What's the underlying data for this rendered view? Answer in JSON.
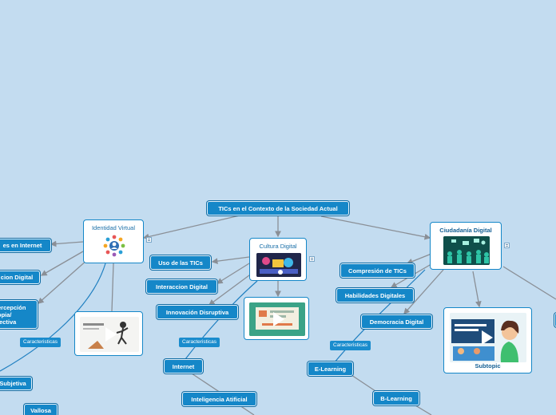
{
  "root": {
    "label": "TICs en el Contexto de la Sociedad Actual"
  },
  "branches": {
    "identidad": {
      "title": "Identidad Virtual",
      "tag": "Caracteristicas",
      "children": [
        "es en Internet",
        "cion Digital",
        "ercepción\nopia/\njectiva",
        "Subjetiva",
        "Vallosa"
      ]
    },
    "cultura": {
      "title": "Cultura Digital",
      "tag": "Caracteristicas",
      "children": [
        "Uso de las TICs",
        "Interaccion Digital",
        "Innovación Disruptiva",
        "Internet",
        "Inteligencia Atificial"
      ]
    },
    "ciudadania": {
      "title": "Ciudadanía Digital",
      "tag": "Caracteristicas",
      "children": [
        "Compresión de TICs",
        "Habilidades Digitales",
        "Democracia Digital",
        "E-Learning",
        "B-Learning"
      ],
      "subtopic": "Subtopic"
    }
  },
  "icons": [
    "notes-icon",
    "play-icon"
  ],
  "colors": {
    "background": "#c3dcf0",
    "node": "#1587c8",
    "link": "#8a8f96"
  }
}
